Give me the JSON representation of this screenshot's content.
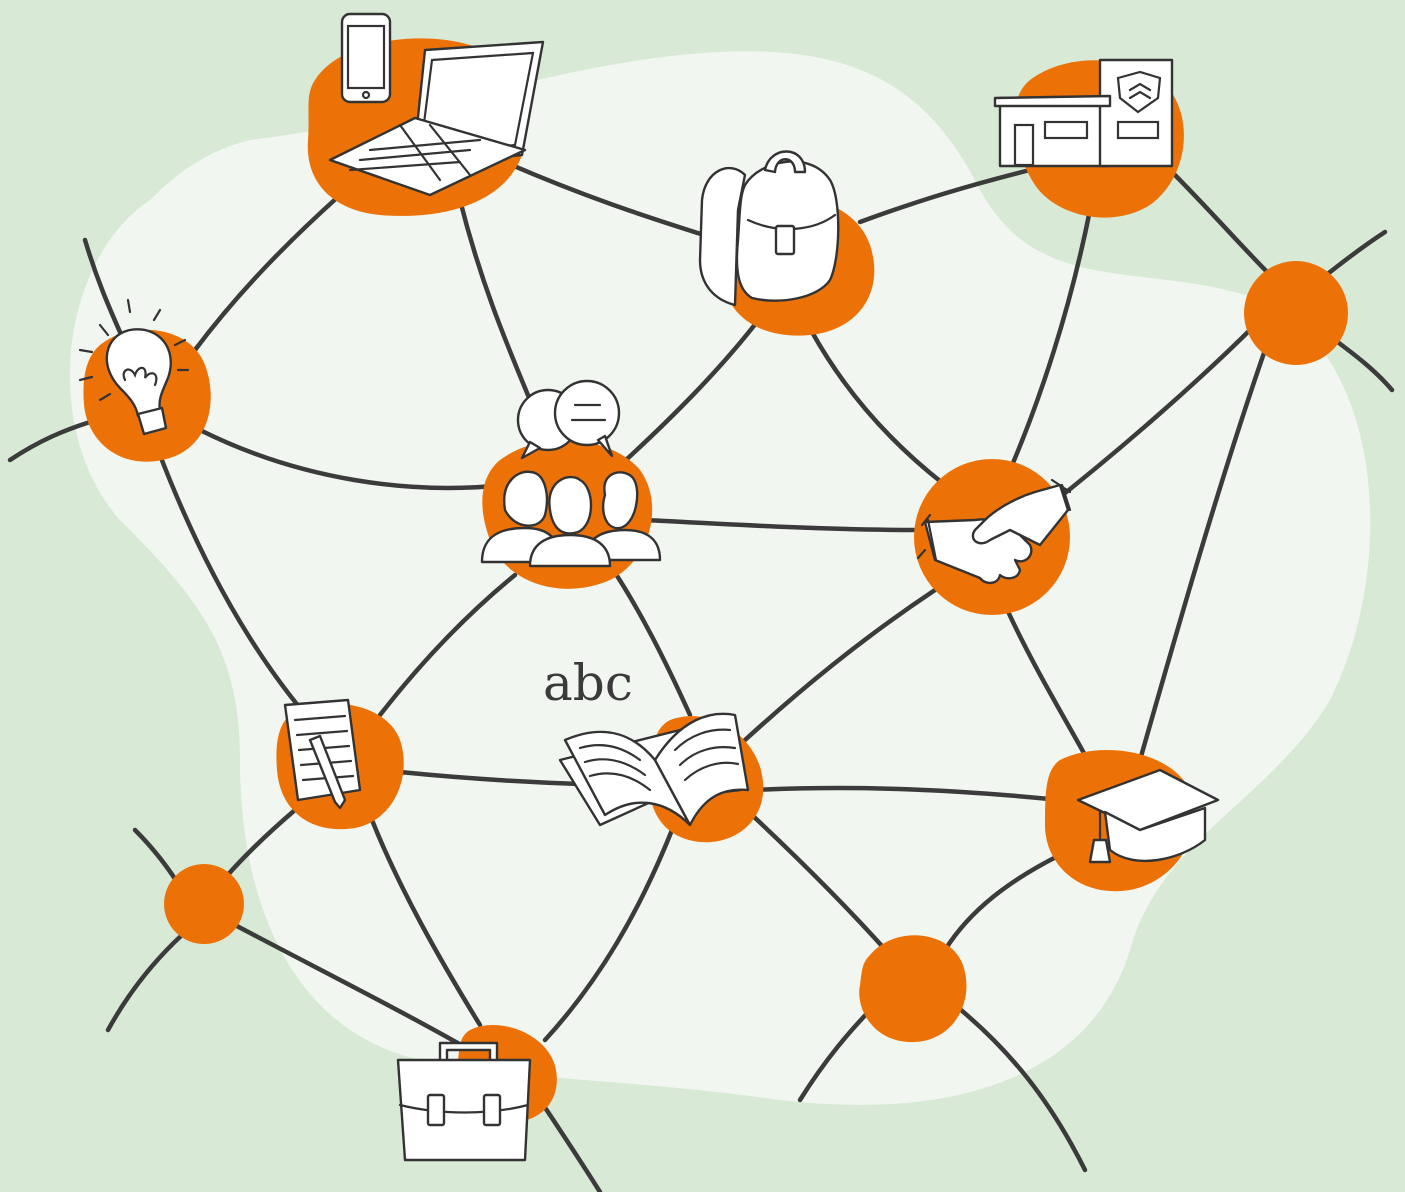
{
  "diagram": {
    "text_label": "abc",
    "colors": {
      "background": "#d8e9d6",
      "inner_region": "#f1f7f0",
      "node_fill": "#ec7208",
      "edge": "#3b3b3b"
    },
    "nodes": [
      {
        "id": "laptop-phone",
        "icon": "laptop-phone-icon"
      },
      {
        "id": "school-building",
        "icon": "school-building-icon"
      },
      {
        "id": "lightbulb",
        "icon": "lightbulb-icon"
      },
      {
        "id": "backpack",
        "icon": "backpack-icon"
      },
      {
        "id": "people-discussion",
        "icon": "people-discussion-icon"
      },
      {
        "id": "handshake",
        "icon": "handshake-icon"
      },
      {
        "id": "document-pencil",
        "icon": "document-pencil-icon"
      },
      {
        "id": "open-book",
        "icon": "open-book-icon"
      },
      {
        "id": "graduation-cap",
        "icon": "graduation-cap-icon"
      },
      {
        "id": "briefcase",
        "icon": "briefcase-icon"
      },
      {
        "id": "plain-node-right",
        "icon": "none"
      },
      {
        "id": "plain-node-left",
        "icon": "none"
      },
      {
        "id": "plain-node-bottom",
        "icon": "none"
      }
    ]
  }
}
